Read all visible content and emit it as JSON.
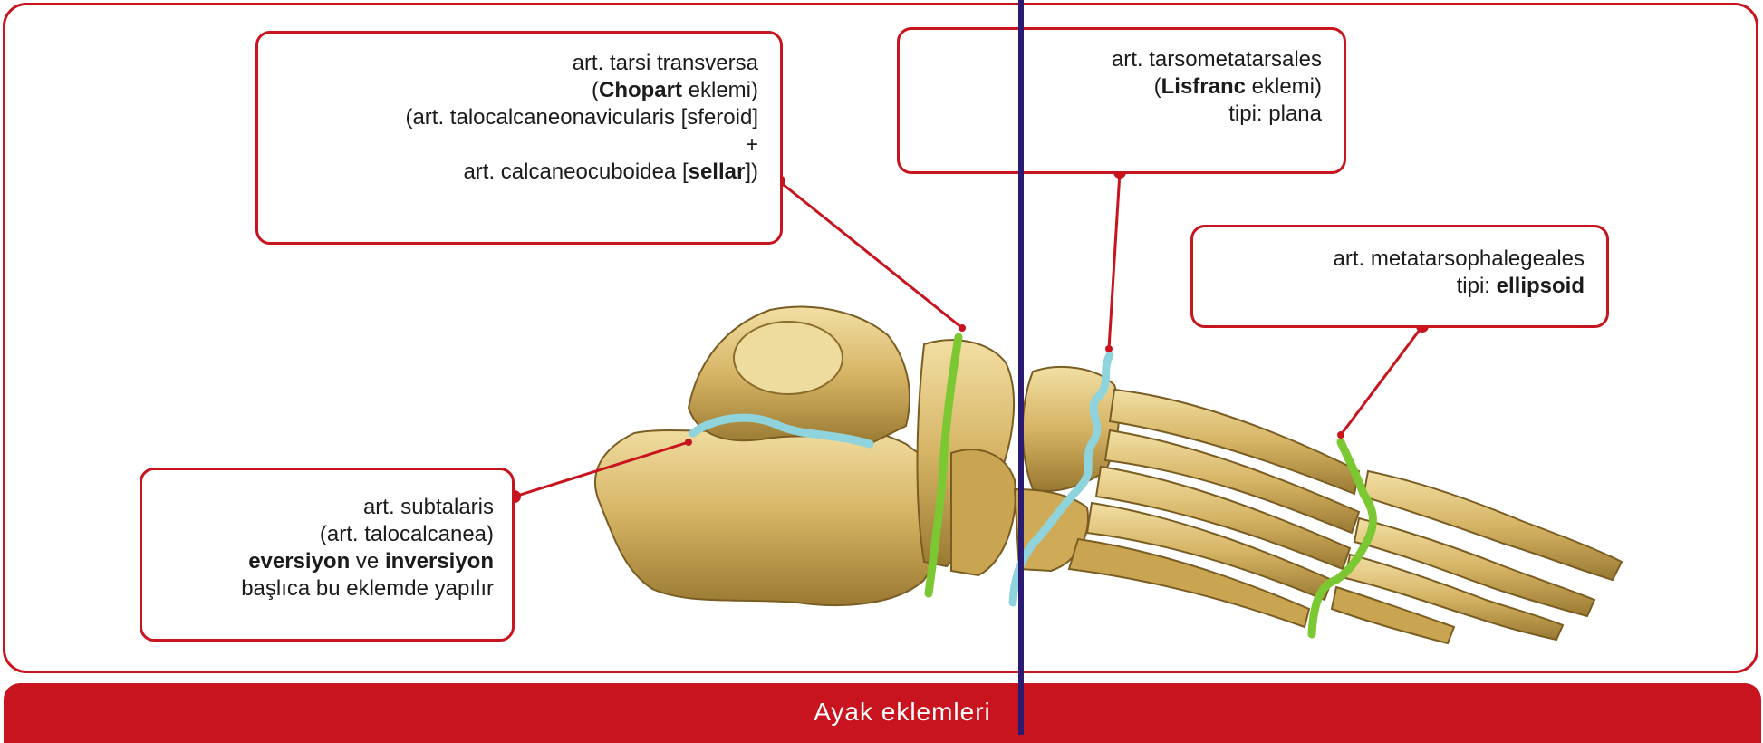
{
  "callouts": {
    "chopart": {
      "line1": "art. tarsi transversa",
      "line2_open": "(",
      "line2_bold": "Chopart",
      "line2_rest": " eklemi)",
      "line3": "(art. talocalcaneonavicularis [sferoid]",
      "line4": "+",
      "line5_pre": "art. calcaneocuboidea [",
      "line5_bold": "sellar",
      "line5_post": "])"
    },
    "lisfranc": {
      "line1": "art. tarsometatarsales",
      "line2_open": "(",
      "line2_bold": "Lisfranc",
      "line2_rest": " eklemi)",
      "line3": "tipi: plana"
    },
    "mtp": {
      "line1": "art. metatarsophalegeales",
      "line2_pre": "tipi: ",
      "line2_bold": "ellipsoid"
    },
    "subtalar": {
      "line1": "art. subtalaris",
      "line2": "(art. talocalcanea)",
      "line3_bold1": "eversiyon",
      "line3_mid": " ve ",
      "line3_bold2": "inversiyon",
      "line4": "başlıca bu eklemde yapılır"
    }
  },
  "footer": {
    "title": "Ayak eklemleri"
  },
  "colors": {
    "accent_red": "#c8141e",
    "divider_navy": "#2b1a72",
    "bone": "#d8b868",
    "joint_green": "#7cc832",
    "joint_cyan": "#8fd4dc"
  }
}
